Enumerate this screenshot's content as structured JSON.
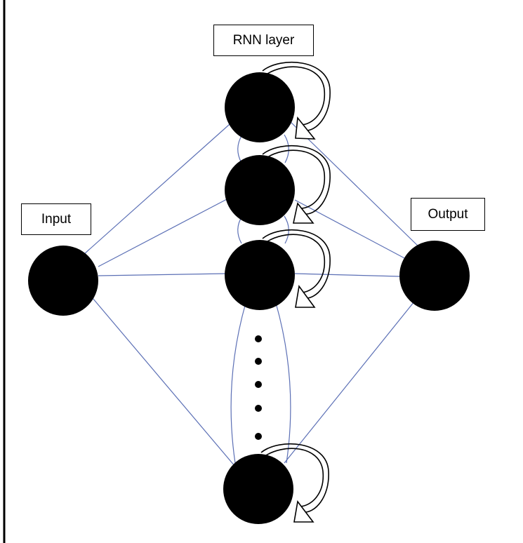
{
  "labels": {
    "rnn_layer": "RNN layer",
    "input": "Input",
    "output": "Output"
  },
  "colors": {
    "node": "#000000",
    "edge": "#5b6fb5",
    "frame": "#000000"
  },
  "nodes": {
    "input": {
      "name": "input-node"
    },
    "output": {
      "name": "output-node"
    },
    "hidden": [
      {
        "name": "rnn-node-1"
      },
      {
        "name": "rnn-node-2"
      },
      {
        "name": "rnn-node-3"
      },
      {
        "name": "rnn-node-n"
      }
    ]
  }
}
